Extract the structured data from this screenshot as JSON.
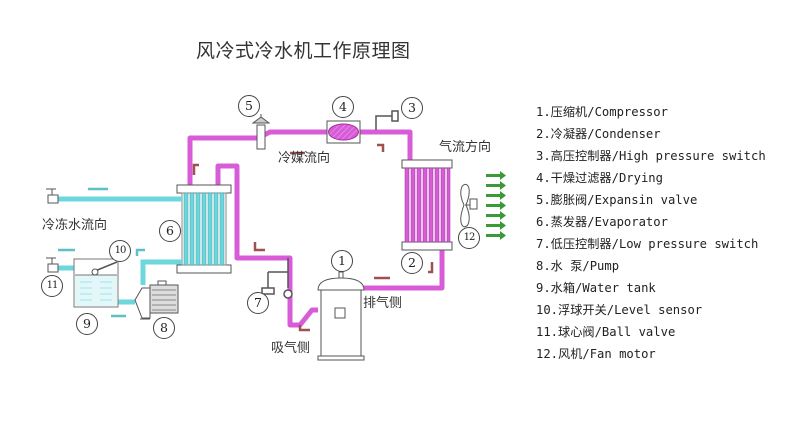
{
  "title": "风冷式冷水机工作原理图",
  "colors": {
    "refrigerant_pipe": "#d85cd8",
    "water_pipe": "#6dd7de",
    "airflow_arrow": "#3a9a3a",
    "refrigerant_arrow": "#a05050",
    "water_arrow": "#5fbfc6"
  },
  "labels": {
    "refrigerant_flow": "冷媒流向",
    "airflow": "气流方向",
    "chilled_water_flow": "冷冻水流向",
    "discharge_side": "排气侧",
    "suction_side": "吸气侧"
  },
  "callouts": [
    "1",
    "2",
    "3",
    "4",
    "5",
    "6",
    "7",
    "8",
    "9",
    "10",
    "11",
    "12"
  ],
  "legend": [
    "1.压缩机/Compressor",
    "2.冷凝器/Condenser",
    "3.高压控制器/High pressure switch",
    "4.干燥过滤器/Drying",
    "5.膨胀阀/Expansin valve",
    "6.蒸发器/Evaporator",
    "7.低压控制器/Low pressure switch",
    "8.水 泵/Pump",
    "9.水箱/Water tank",
    "10.浮球开关/Level sensor",
    "11.球心阀/Ball valve",
    "12.风机/Fan motor"
  ]
}
